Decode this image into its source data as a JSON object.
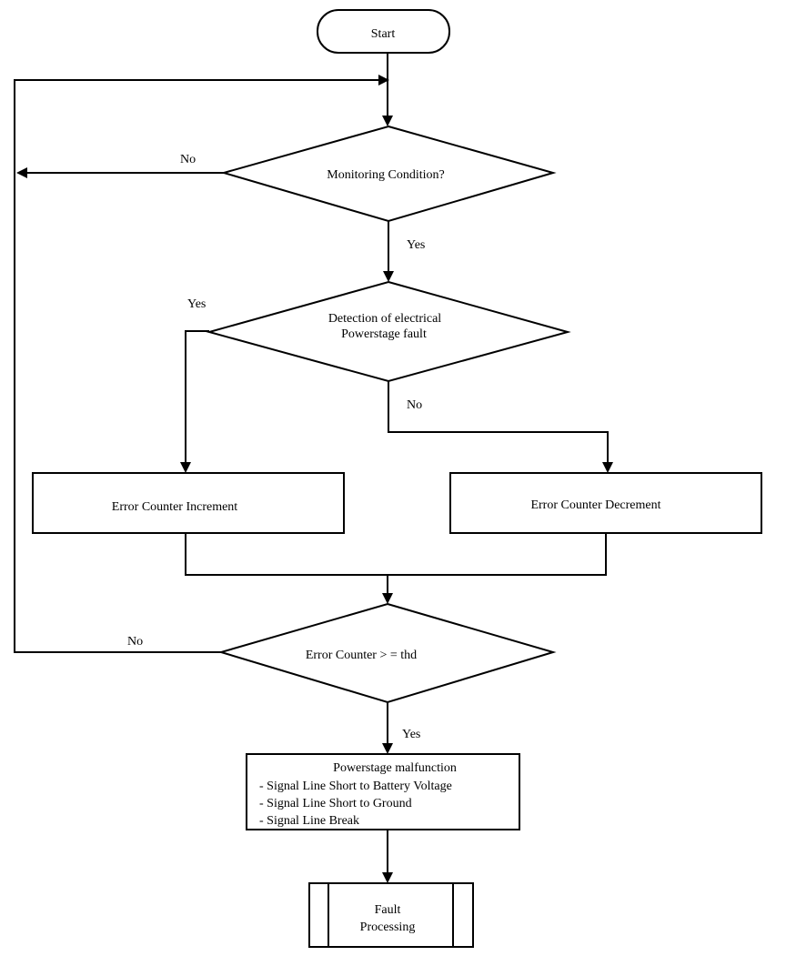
{
  "nodes": {
    "start": "Start",
    "monitoring": "Monitoring Condition?",
    "detection": [
      "Detection of electrical",
      "Powerstage fault"
    ],
    "increment": "Error Counter Increment",
    "decrement": "Error Counter Decrement",
    "threshold": "Error Counter > = thd",
    "malfunction": {
      "title": "Powerstage malfunction",
      "items": [
        "- Signal Line Short to Battery Voltage",
        "- Signal Line Short to Ground",
        "- Signal Line Break"
      ]
    },
    "fault": [
      "Fault",
      "Processing"
    ]
  },
  "edges": {
    "monitoring_no": "No",
    "monitoring_yes": "Yes",
    "detection_yes": "Yes",
    "detection_no": "No",
    "threshold_no": "No",
    "threshold_yes": "Yes"
  }
}
